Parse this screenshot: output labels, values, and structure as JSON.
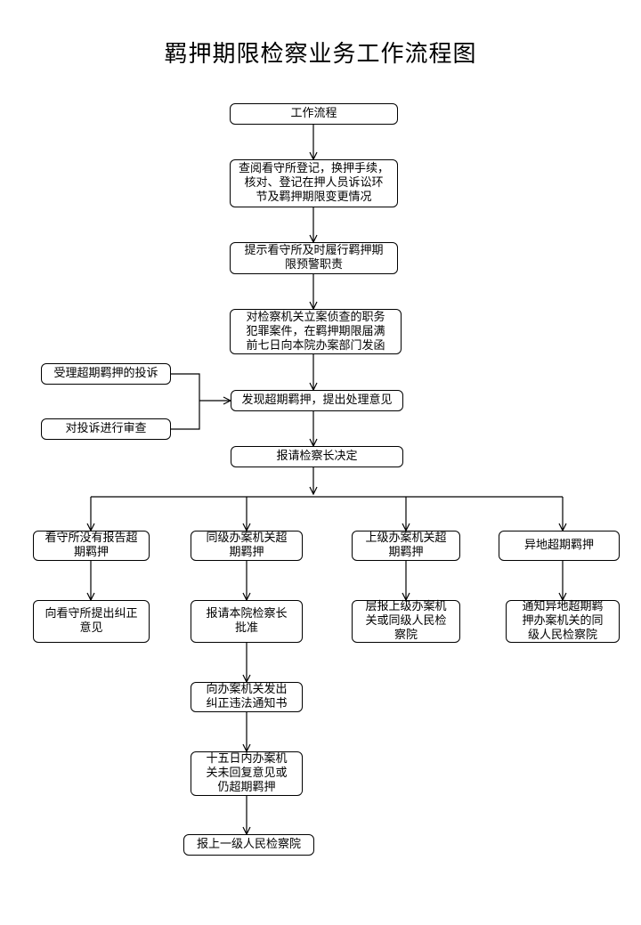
{
  "title": "羁押期限检察业务工作流程图",
  "nodes": {
    "start": "工作流程",
    "n1": "查阅看守所登记，换押手续，\n核对、登记在押人员诉讼环\n节及羁押期限变更情况",
    "n2": "提示看守所及时履行羁押期\n限预警职责",
    "n3": "对检察机关立案侦查的职务\n犯罪案件，在羁押期限届满\n前七日向本院办案部门发函",
    "complaint1": "受理超期羁押的投诉",
    "complaint2": "对投诉进行审查",
    "n4": "发现超期羁押，提出处理意见",
    "n5": "报请检察长决定",
    "b1a": "看守所没有报告超\n期羁押",
    "b1b": "向看守所提出纠正\n意见",
    "b2a": "同级办案机关超\n期羁押",
    "b2b": "报请本院检察长\n批准",
    "b2c": "向办案机关发出\n纠正违法通知书",
    "b2d": "十五日内办案机\n关未回复意见或\n仍超期羁押",
    "b2e": "报上一级人民检察院",
    "b3a": "上级办案机关超\n期羁押",
    "b3b": "层报上级办案机\n关或同级人民检\n察院",
    "b4a": "异地超期羁押",
    "b4b": "通知异地超期羁\n押办案机关的同\n级人民检察院"
  }
}
